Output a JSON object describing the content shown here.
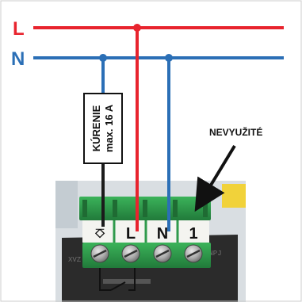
{
  "lines": [
    {
      "label": "L",
      "color": "#e8242e"
    },
    {
      "label": "N",
      "color": "#2b6fb6"
    }
  ],
  "load": {
    "line1": "KÚRENIE",
    "line2": "max. 16 A"
  },
  "unused_label": "NEVYUŽITÉ",
  "terminals": [
    {
      "label": "⎏"
    },
    {
      "label": "L"
    },
    {
      "label": "N"
    },
    {
      "label": "1"
    }
  ],
  "colors": {
    "phase": "#e8242e",
    "neutral": "#2b6fb6",
    "load_wire": "#1b1b1b",
    "terminal_block": "#2f9a4c",
    "terminal_face": "#f4f4f0",
    "pcb": "#2b2b2b",
    "switch": "#1b1b1b"
  }
}
